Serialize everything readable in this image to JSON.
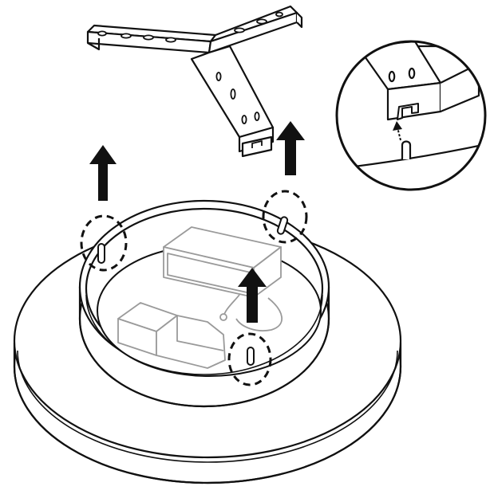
{
  "figure": {
    "kind": "line-art-installation-diagram",
    "stroke_color": "#111111",
    "fill_color": "#ffffff",
    "component_stroke_color": "#9a9a9a",
    "components": [
      {
        "name": "mounting-bracket",
        "icon": "y-bracket-icon"
      },
      {
        "name": "fixture-base",
        "icon": "round-ceiling-light-icon"
      },
      {
        "name": "driver-box",
        "icon": "driver-box-icon"
      },
      {
        "name": "wire-connector",
        "icon": "connector-icon"
      },
      {
        "name": "detail-magnifier",
        "icon": "bracket-slot-detail-icon"
      }
    ],
    "callouts": {
      "arrow_count": 4,
      "dashed_circle_count": 3,
      "arrow_meaning": "lift-up"
    }
  }
}
